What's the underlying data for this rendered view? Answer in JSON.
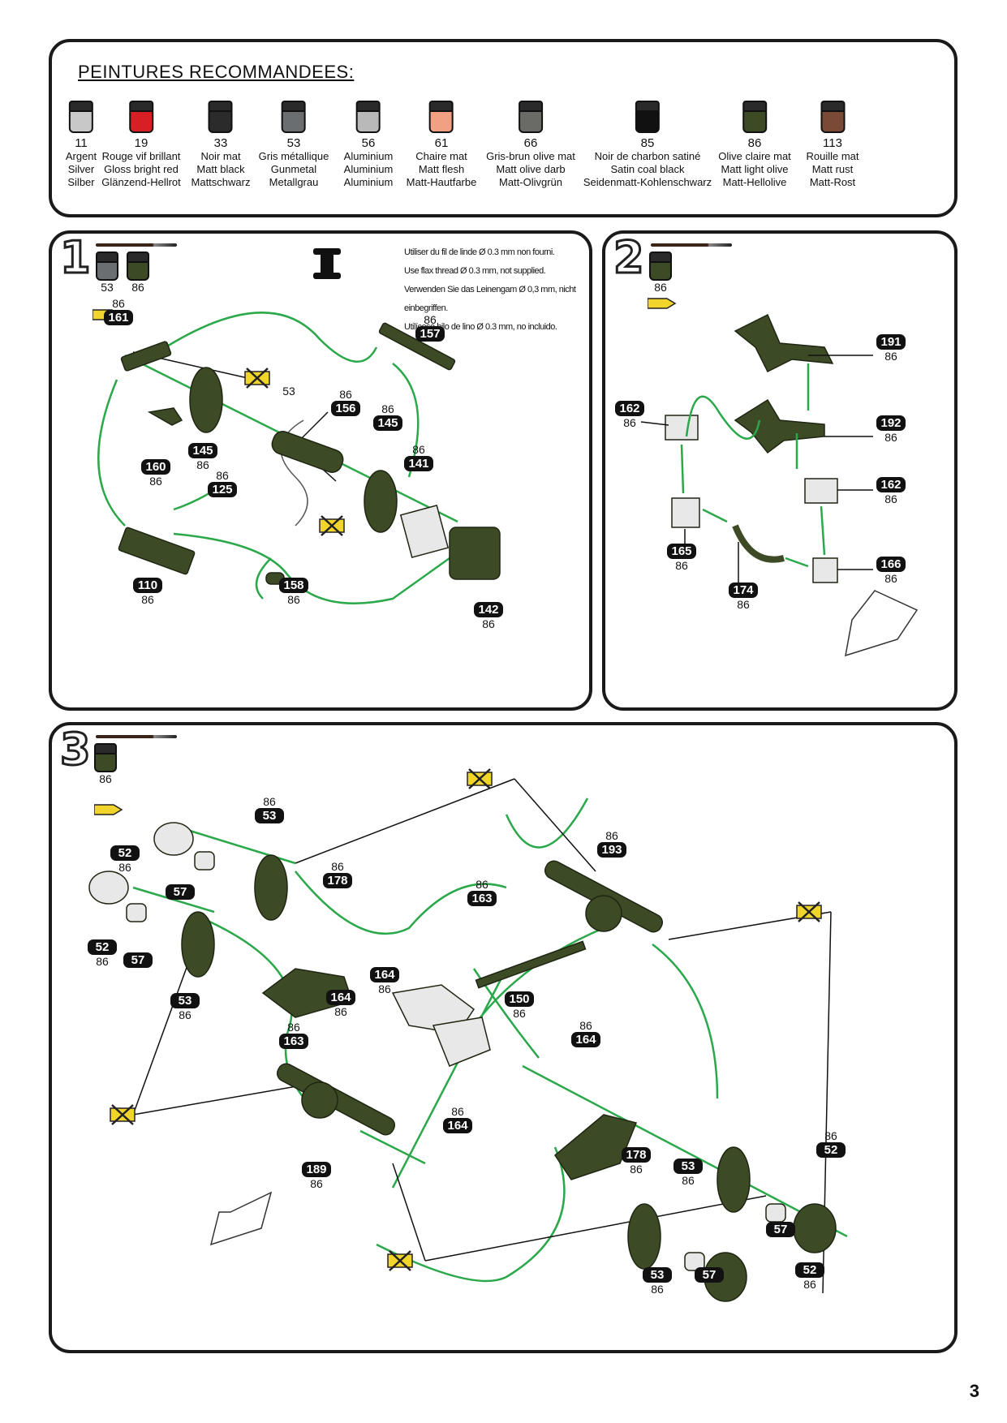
{
  "paints": {
    "title": "PEINTURES RECOMMANDEES:",
    "items": [
      {
        "num": "11",
        "fr": "Argent",
        "en": "Silver",
        "de": "Silber",
        "color": "#c8c8c8"
      },
      {
        "num": "19",
        "fr": "Rouge vif brillant",
        "en": "Gloss bright red",
        "de": "Glänzend-Hellrot",
        "color": "#d81f26"
      },
      {
        "num": "33",
        "fr": "Noir mat",
        "en": "Matt black",
        "de": "Mattschwarz",
        "color": "#2b2b2b"
      },
      {
        "num": "53",
        "fr": "Gris métallique",
        "en": "Gunmetal",
        "de": "Metallgrau",
        "color": "#6b6e70"
      },
      {
        "num": "56",
        "fr": "Aluminium",
        "en": "Aluminium",
        "de": "Aluminium",
        "color": "#b9b9b9"
      },
      {
        "num": "61",
        "fr": "Chaire mat",
        "en": "Matt flesh",
        "de": "Matt-Hautfarbe",
        "color": "#f1a083"
      },
      {
        "num": "66",
        "fr": "Gris-brun olive mat",
        "en": "Matt olive darb",
        "de": "Matt-Olivgrün",
        "color": "#6a6a66"
      },
      {
        "num": "85",
        "fr": "Noir de charbon satiné",
        "en": "Satin coal black",
        "de": "Seidenmatt-Kohlenschwarz",
        "color": "#111111"
      },
      {
        "num": "86",
        "fr": "Olive claire mat",
        "en": "Matt light olive",
        "de": "Matt-Hellolive",
        "color": "#3d4a26"
      },
      {
        "num": "113",
        "fr": "Rouille mat",
        "en": "Matt rust",
        "de": "Matt-Rost",
        "color": "#7a4a36"
      }
    ]
  },
  "step1": {
    "number": "1",
    "paints": [
      "53",
      "86"
    ],
    "note": [
      "Utiliser du fil de linde Ø 0.3 mm non fourni.",
      "Use flax thread Ø 0.3 mm, not supplied.",
      "Verwenden Sie das Leinengam Ø 0,3 mm, nicht einbegriffen.",
      "Utilícese hilo de lino Ø 0.3 mm, no incluido."
    ],
    "labels": {
      "p161": "161",
      "p157": "157",
      "p156": "156",
      "p145a": "145",
      "p145b": "145",
      "p141": "141",
      "p160": "160",
      "p125": "125",
      "p110": "110",
      "p158": "158",
      "p142": "142",
      "c86": "86",
      "c53": "53"
    }
  },
  "step2": {
    "number": "2",
    "paints": [
      "86"
    ],
    "labels": {
      "p191": "191",
      "p192": "192",
      "p162a": "162",
      "p162b": "162",
      "p165": "165",
      "p166": "166",
      "p174": "174",
      "c86": "86"
    }
  },
  "step3": {
    "number": "3",
    "paints": [
      "86"
    ],
    "labels": {
      "p53": "53",
      "p52": "52",
      "p57": "57",
      "p193": "193",
      "p178": "178",
      "p163": "163",
      "p164": "164",
      "p150": "150",
      "p189": "189",
      "c86": "86"
    }
  },
  "page_number": "3",
  "colors": {
    "olive": "#3d4a26",
    "arrow": "#2aa84a",
    "tag": "#111111",
    "glue": "#f2d52a"
  }
}
